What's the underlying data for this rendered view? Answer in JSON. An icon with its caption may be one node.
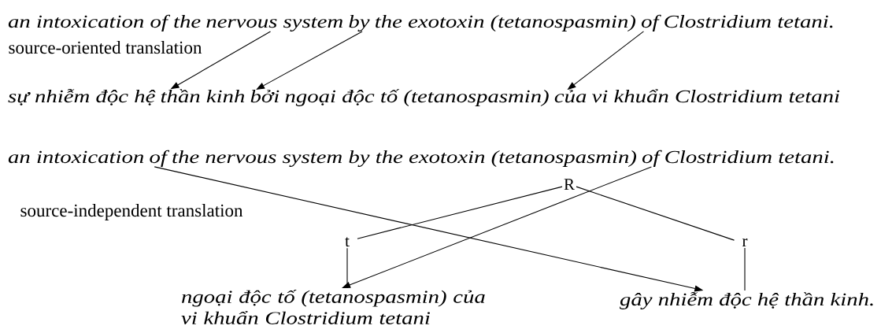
{
  "diagram": {
    "nodes": [
      {
        "text": [
          "an intoxication of the"
        ]
      },
      {
        "text": [
          "nervous system"
        ]
      },
      {
        "text": [
          "by"
        ]
      },
      {
        "text": [
          "the exotoxin (tetanospasmin)"
        ]
      },
      {
        "text": [
          "of"
        ]
      },
      {
        "text": [
          "Clostridium tetani."
        ]
      },
      {
        "text": [
          "sự nhiễm độc hệ"
        ]
      },
      {
        "text": [
          "thần kinh"
        ]
      },
      {
        "text": [
          "bởi"
        ]
      },
      {
        "text": [
          "ngoại độc tố (tetanospasmin)"
        ]
      },
      {
        "text": [
          "của"
        ]
      },
      {
        "text": [
          "vi khuẩn Clostridium tetani"
        ]
      },
      {
        "text": [
          "an intoxication"
        ]
      },
      {
        "text": [
          "of"
        ]
      },
      {
        "text": [
          "the nervous system by the exotoxin (tetanospasmin)"
        ]
      },
      {
        "text": [
          "of"
        ]
      },
      {
        "text": [
          "Clostridium tetani."
        ]
      },
      {
        "text": [
          "R"
        ]
      },
      {
        "text": [
          "t"
        ]
      },
      {
        "text": [
          "r"
        ]
      },
      {
        "text": [
          "ngoại độc tố (tetanospasmin) của vi khuẩn Clostridium tetani"
        ]
      },
      {
        "text": [
          "gây nhiễm độc hệ thần kinh."
        ]
      }
    ],
    "edges": [
      {
        "from": 1,
        "to": 7,
        "arrow": "to"
      },
      {
        "from": 2,
        "to": 8,
        "arrow": "to"
      },
      {
        "from": 4,
        "to": 10,
        "arrow": "to"
      },
      {
        "from": 13,
        "to": 21,
        "arrow": "to"
      },
      {
        "from": 15,
        "to": 20,
        "arrow": "to"
      },
      {
        "from": 17,
        "to": 18,
        "arrow": "none"
      },
      {
        "from": 17,
        "to": 19,
        "arrow": "none"
      },
      {
        "from": 18,
        "to": 20,
        "arrow": "none"
      },
      {
        "from": 19,
        "to": 21,
        "arrow": "none"
      }
    ],
    "labels": [
      "source-oriented translation",
      "source-independent translation"
    ]
  }
}
